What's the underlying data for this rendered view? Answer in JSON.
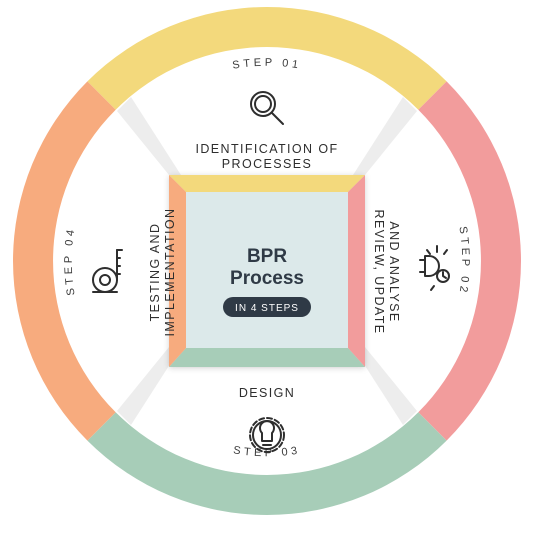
{
  "steps": [
    {
      "label": "STEP 01",
      "color": "#f3d97c"
    },
    {
      "label": "STEP 02",
      "color": "#f29c9c"
    },
    {
      "label": "STEP 03",
      "color": "#a7cdb8"
    },
    {
      "label": "STEP 04",
      "color": "#f7ab7e"
    }
  ],
  "phases": {
    "identification": {
      "line1": "IDENTIFICATION OF",
      "line2": "PROCESSES",
      "icon": "magnifier-icon"
    },
    "review": {
      "line1": "REVIEW, UPDATE",
      "line2": "AND ANALYSE",
      "icon": "idea-bulb-icon"
    },
    "design": {
      "line1": "DESIGN",
      "icon": "gear-bulb-icon"
    },
    "testing": {
      "line1": "TESTING AND",
      "line2": "IMPLEMENTATION",
      "icon": "tape-measure-icon"
    }
  },
  "center": {
    "title_line1": "BPR",
    "title_line2": "Process",
    "badge": "IN 4 STEPS",
    "background": "#dce9ea",
    "badge_color": "#2f3a46"
  }
}
